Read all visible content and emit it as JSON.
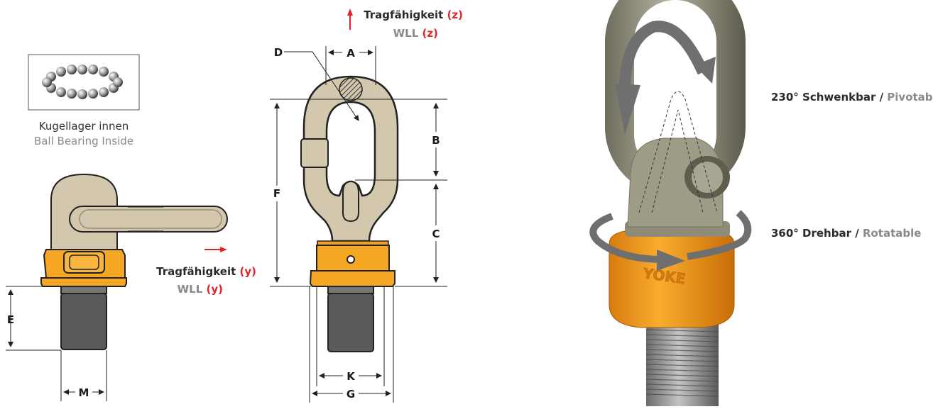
{
  "colors": {
    "body_beige": "#d3c8ae",
    "outline": "#222222",
    "accent_orange": "#f5a623",
    "bolt_dark": "#5a5a5a",
    "photo_grey": "#8c8a78",
    "rotate_arrow": "#6f6f6f",
    "wll_red": "#e3232a",
    "english_grey": "#8a8a8a"
  },
  "icons": {
    "ball_bearing": "ball-bearing-ring-icon",
    "arrow_up": "red-arrow-up-icon",
    "arrow_right": "red-arrow-right-icon"
  },
  "bearing": {
    "label_de": "Kugellager innen",
    "label_en": "Ball Bearing Inside"
  },
  "load_y": {
    "label_de": "Tragfähigkeit",
    "label_en": "WLL",
    "axis": "(y)"
  },
  "load_z": {
    "label_de": "Tragfähigkeit",
    "label_en": "WLL",
    "axis": "(z)"
  },
  "dimensions": {
    "A": "A",
    "B": "B",
    "C": "C",
    "D": "D",
    "E": "E",
    "F": "F",
    "G": "G",
    "K": "K",
    "M": "M"
  },
  "photo": {
    "brand_mark": "YOKE",
    "pivot_de": "230° Schwenkbar /",
    "pivot_en": "Pivotable",
    "rotate_de": "360° Drehbar /",
    "rotate_en": "Rotatable"
  }
}
